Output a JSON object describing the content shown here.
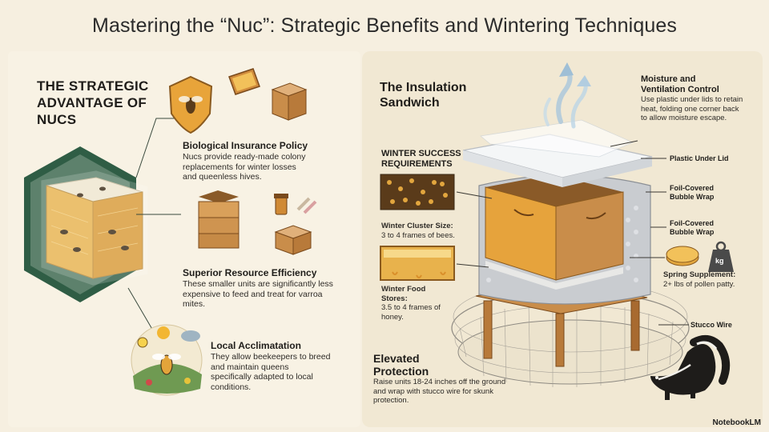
{
  "title": "Mastering the “Nuc”: Strategic Benefits and Wintering Techniques",
  "left": {
    "heading": "THE STRATEGIC ADVANTAGE OF NUCS",
    "features": [
      {
        "title": "Biological Insurance Policy",
        "body": "Nucs provide ready-made colony replacements for winter losses and queenless hives."
      },
      {
        "title": "Superior Resource Efficiency",
        "body": "These smaller units are significantly less expensive to feed and treat for varroa mites."
      },
      {
        "title": "Local Acclimatation",
        "body": "They allow beekeepers to breed and maintain queens specifically adapted to local conditions."
      }
    ]
  },
  "right": {
    "heading": "The Insulation Sandwich",
    "moisture": {
      "title": "Moisture and Ventilation Control",
      "body": "Use plastic under lids to retain heat, folding one corner back to allow moisture escape."
    },
    "requirements_heading": "WINTER SUCCESS REQUIREMENTS",
    "cluster": {
      "title": "Winter Cluster Size:",
      "body": "3 to 4 frames of bees."
    },
    "food": {
      "title": "Winter Food Stores:",
      "body": "3.5 to 4 frames of honey."
    },
    "layers": {
      "plastic": "Plastic Under Lid",
      "foil1": "Foil-Covered Bubble Wrap",
      "foil2": "Foil-Covered Bubble Wrap",
      "wire": "Stucco Wire"
    },
    "supplement": {
      "title": "Spring Supplement:",
      "body": "2+ lbs of pollen patty.",
      "weight_unit": "kg"
    },
    "elevated": {
      "title": "Elevated Protection",
      "body": "Raise units 18-24 inches off the ground and wrap with stucco wire for skunk protection."
    }
  },
  "branding": "NotebookLM",
  "colors": {
    "accent_green": "#2f5d45",
    "honey": "#e0a33a",
    "wood": "#c98d4a",
    "background": "#f6efe0"
  }
}
